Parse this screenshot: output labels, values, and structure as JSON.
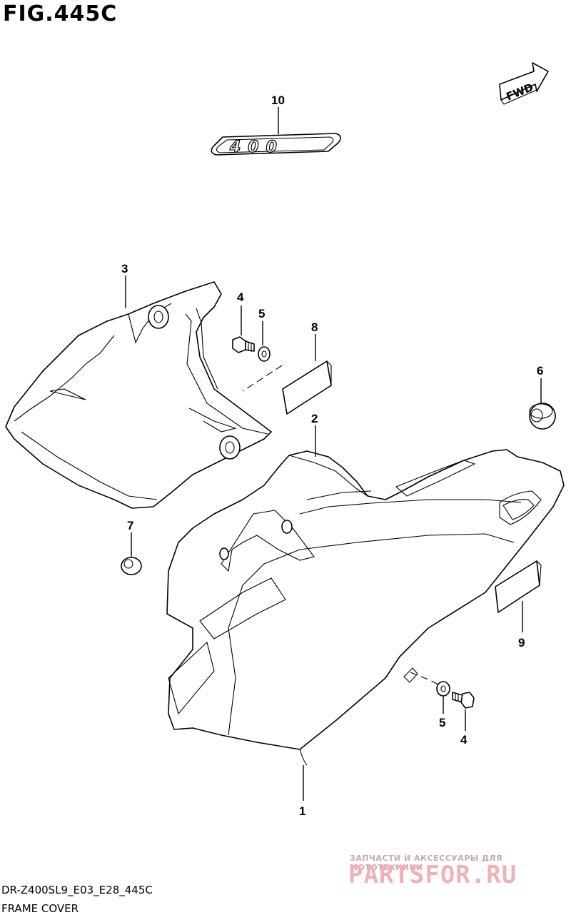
{
  "figure": {
    "title": "FIG.445C",
    "model_code": "DR-Z400SL9_E03_E28_445C",
    "name": "FRAME COVER"
  },
  "direction_label": "FWD",
  "emblem_text": "400",
  "callouts": {
    "c1": "1",
    "c2": "2",
    "c3": "3",
    "c4a": "4",
    "c4b": "4",
    "c5a": "5",
    "c5b": "5",
    "c6": "6",
    "c7": "7",
    "c8": "8",
    "c9": "9",
    "c10": "10"
  },
  "watermark": {
    "caption": "ЗАПЧАСТИ И АКСЕССУАРЫ ДЛЯ МОТОТЕХНИКИ",
    "brand": "PARTSFOR.RU"
  }
}
